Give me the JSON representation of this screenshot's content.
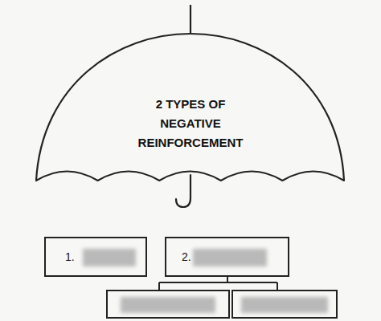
{
  "diagram": {
    "nodes": [
      {
        "text": [
          "2 TYPES OF NEGATIVE REINFORCEMENT"
        ]
      },
      {
        "text": [
          "1."
        ]
      },
      {
        "text": [
          "2."
        ]
      }
    ]
  }
}
